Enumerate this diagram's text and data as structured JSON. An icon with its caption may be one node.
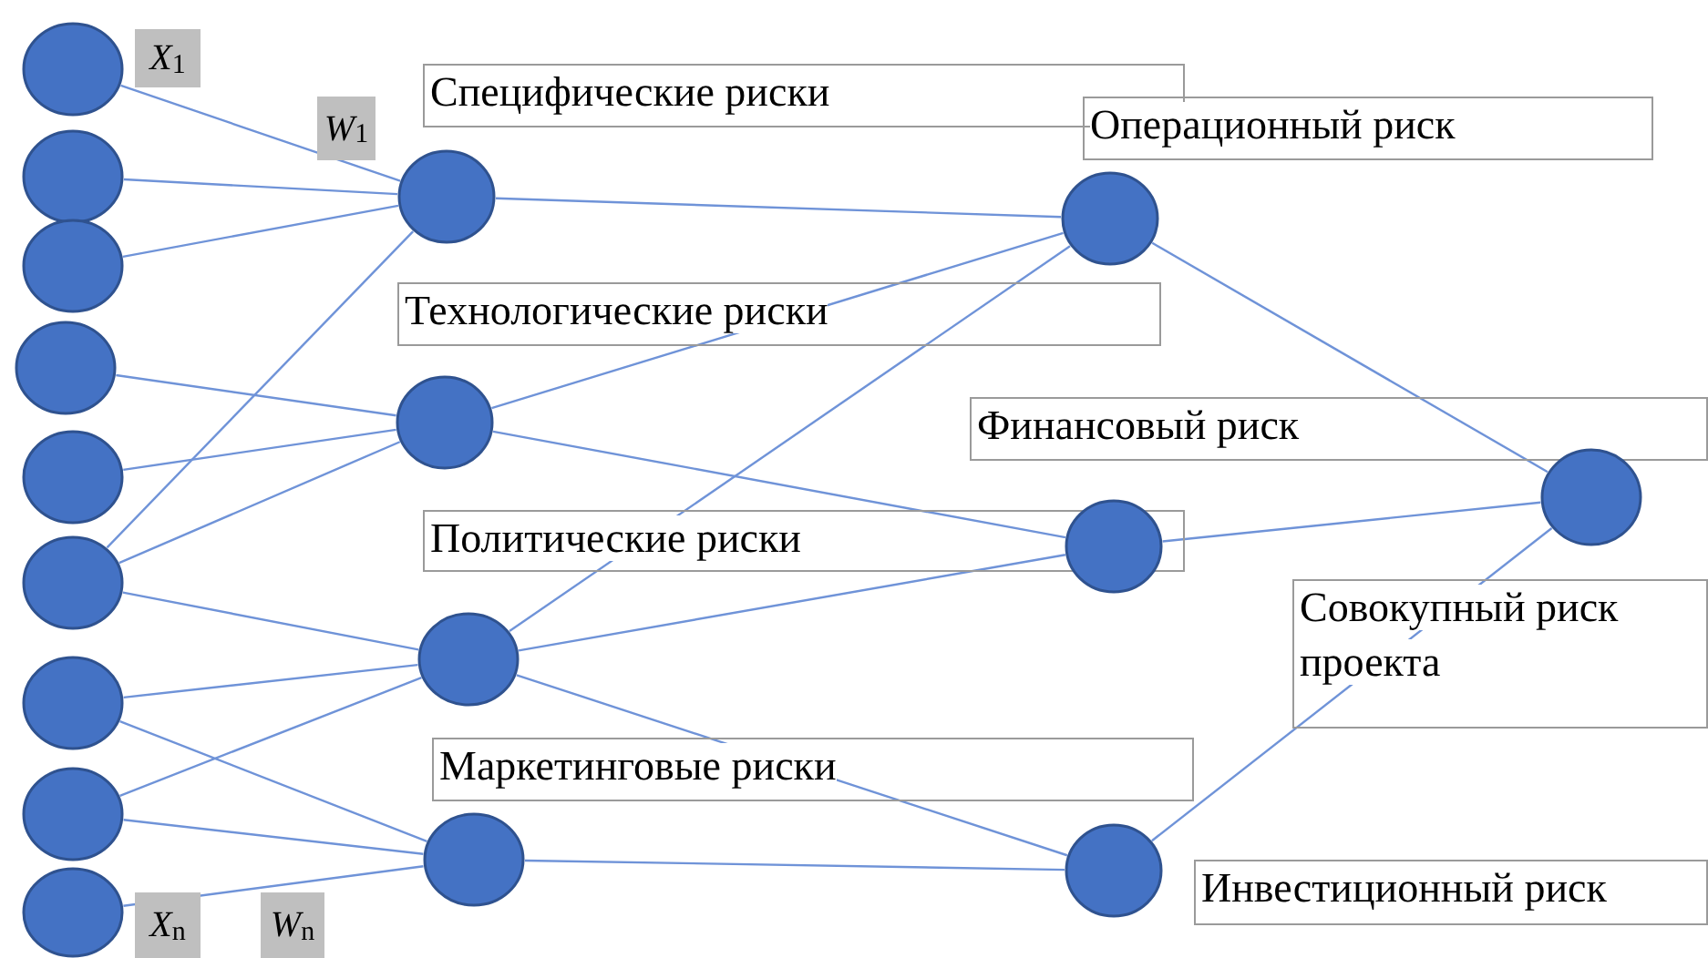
{
  "diagram": {
    "nodes": [
      {
        "text": [],
        "shape": "circle"
      },
      {
        "text": [],
        "shape": "circle"
      },
      {
        "text": [],
        "shape": "circle"
      },
      {
        "text": [],
        "shape": "circle"
      },
      {
        "text": [],
        "shape": "circle"
      },
      {
        "text": [],
        "shape": "circle"
      },
      {
        "text": [],
        "shape": "circle"
      },
      {
        "text": [],
        "shape": "circle"
      },
      {
        "text": [],
        "shape": "circle"
      },
      {
        "text": [],
        "shape": "circle",
        "beside": [
          "Специфические риски"
        ]
      },
      {
        "text": [],
        "shape": "circle",
        "beside": [
          "Технологические риски"
        ]
      },
      {
        "text": [],
        "shape": "circle",
        "beside": [
          "Политические риски"
        ]
      },
      {
        "text": [],
        "shape": "circle",
        "beside": [
          "Маркетинговые риски"
        ]
      },
      {
        "text": [],
        "shape": "circle",
        "beside": [
          "Операционный риск"
        ]
      },
      {
        "text": [],
        "shape": "circle",
        "beside": [
          "Финансовый риск"
        ]
      },
      {
        "text": [],
        "shape": "circle",
        "beside": [
          "Инвестиционный риск"
        ]
      },
      {
        "text": [],
        "shape": "circle",
        "beside": [
          "Совокупный риск проекта"
        ]
      }
    ],
    "edges": [
      {
        "from": 0,
        "to": 9,
        "arrow": "none"
      },
      {
        "from": 1,
        "to": 9,
        "arrow": "none"
      },
      {
        "from": 2,
        "to": 9,
        "arrow": "none"
      },
      {
        "from": 3,
        "to": 10,
        "arrow": "none"
      },
      {
        "from": 4,
        "to": 10,
        "arrow": "none"
      },
      {
        "from": 5,
        "to": 9,
        "arrow": "none"
      },
      {
        "from": 5,
        "to": 10,
        "arrow": "none"
      },
      {
        "from": 5,
        "to": 11,
        "arrow": "none"
      },
      {
        "from": 6,
        "to": 11,
        "arrow": "none"
      },
      {
        "from": 6,
        "to": 12,
        "arrow": "none"
      },
      {
        "from": 7,
        "to": 11,
        "arrow": "none"
      },
      {
        "from": 7,
        "to": 12,
        "arrow": "none"
      },
      {
        "from": 8,
        "to": 12,
        "arrow": "none"
      },
      {
        "from": 9,
        "to": 13,
        "arrow": "none"
      },
      {
        "from": 10,
        "to": 13,
        "arrow": "none"
      },
      {
        "from": 10,
        "to": 14,
        "arrow": "none"
      },
      {
        "from": 11,
        "to": 13,
        "arrow": "none"
      },
      {
        "from": 11,
        "to": 14,
        "arrow": "none"
      },
      {
        "from": 11,
        "to": 15,
        "arrow": "none"
      },
      {
        "from": 12,
        "to": 15,
        "arrow": "none"
      },
      {
        "from": 13,
        "to": 16,
        "arrow": "none"
      },
      {
        "from": 14,
        "to": 16,
        "arrow": "none"
      },
      {
        "from": 15,
        "to": 16,
        "arrow": "none"
      }
    ],
    "labels": [
      "*X*$_{1}$",
      "*W*$_{1}$",
      "*X*$_{n}$",
      "*W*$_{n}$"
    ]
  }
}
